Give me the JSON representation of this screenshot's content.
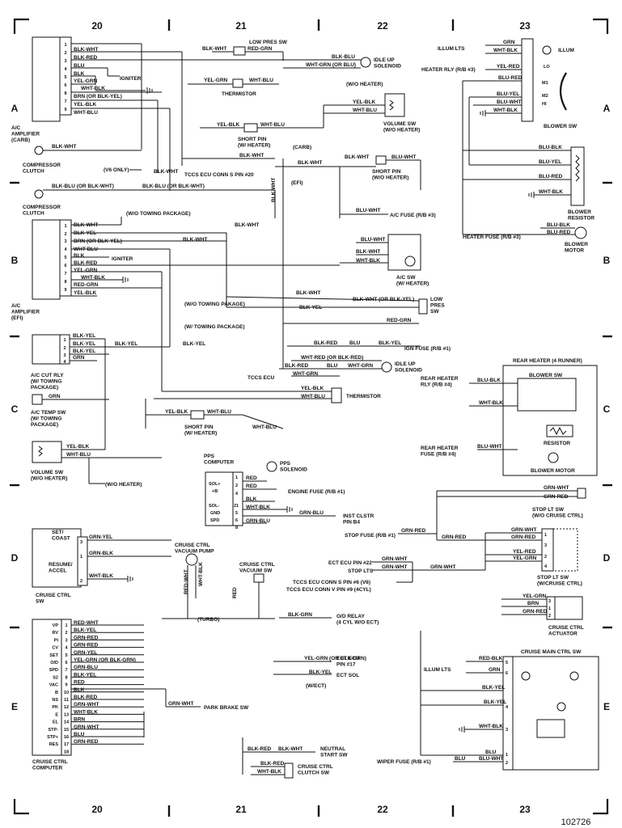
{
  "grid": {
    "columns": [
      "20",
      "21",
      "22",
      "23"
    ],
    "rows": [
      "A",
      "B",
      "C",
      "D",
      "E"
    ]
  },
  "figure_ref": "102726",
  "components": {
    "ac_amp_carb": "A/C\nAMPLIFIER\n(CARB)",
    "ac_amp_efi": "A/C\nAMPLIFIER\n(EFI)",
    "compressor_clutch": "COMPRESSOR\nCLUTCH",
    "low_pres_sw": "LOW PRES SW",
    "low_pres_sw_b": "LOW\nPRES\nSW",
    "idle_up_solenoid": "IDLE UP\nSOLENOID",
    "thermistor": "THERMISTOR",
    "volume_sw_wo": "VOLUME SW\n(W/O HEATER)",
    "volume_sw_wo_left": "VOLUME SW\n(W/O HEATER)",
    "short_pin_w": "SHORT PIN\n(W/ HEATER)",
    "short_pin_wo": "SHORT PIN\n(W/O HEATER)",
    "ac_sw": "A/C SW\n(W/ HEATER)",
    "blower_sw": "BLOWER SW",
    "blower_resistor": "BLOWER\nRESISTOR",
    "blower_motor": "BLOWER\nMOTOR",
    "illum": "ILLUM",
    "ac_cut_rly": "A/C CUT RLY\n(W/ TOWING\nPACKAGE)",
    "ac_temp_sw": "A/C TEMP SW\n(W/ TOWING\nPACKAGE)",
    "rear_heater": "REAR HEATER (4 RUNNER)",
    "rear_blower_sw": "BLOWER SW",
    "rear_resistor": "RESISTOR",
    "rear_blower_motor": "BLOWER MOTOR",
    "pps_computer": "PPS\nCOMPUTER",
    "pps_solenoid": "PPS\nSOLENOID",
    "cruise_ctrl_sw": "CRUISE CTRL\nSW",
    "cruise_vacuum_pump": "CRUISE CTRL\nVACUUM PUMP",
    "cruise_vacuum_sw": "CRUISE CTRL\nVACUUM SW",
    "stop_lt_sw_wo": "STOP LT SW\n(W/O CRUISE CTRL)",
    "stop_lt_sw_w": "STOP LT SW\n(W/CRUISE CTRL)",
    "cruise_actuator": "CRUISE CTRL\nACTUATOR",
    "cruise_main_sw": "CRUISE MAIN CTRL SW",
    "cruise_computer": "CRUISE CTRL\nCOMPUTER",
    "park_brake_sw": "PARK BRAKE SW",
    "neutral_start_sw": "NEUTRAL\nSTART SW",
    "cruise_clutch_sw": "CRUISE CTRL\nCLUTCH SW"
  },
  "labels": {
    "igniter": "IGNITER",
    "igniter_b": "IGNITER",
    "wo_heater": "(W/O HEATER)",
    "carb": "(CARB)",
    "efi": "(EFI)",
    "v6_only": "(V6 ONLY)",
    "tccs_s20": "TCCS ECU CONN S PIN #20",
    "wo_towing": "(W/O TOWING PACKAGE)",
    "wo_towing2": "(W/O TOWING PAKAGE)",
    "w_towing": "(W/ TOWING PACKAGE)",
    "ac_fuse": "A/C FUSE (R/B #3)",
    "ign_fuse": "IGN FUSE (R/B #1)",
    "tccs_ecu": "TCCS ECU",
    "wo_heater2": "(W/O HEATER)",
    "illum_lts": "ILLUM LTS",
    "heater_rly": "HEATER RLY (R/B #3)",
    "heater_fuse": "HEATER FUSE (R/B #3)",
    "rear_heater_rly": "REAR HEATER\nRLY (R/B #4)",
    "rear_heater_fuse": "REAR HEATER\nFUSE (R/B #4)",
    "engine_fuse": "ENGINE FUSE (R/B #1)",
    "inst_clstr": "INST CLSTR\nPIN B4",
    "stop_fuse": "STOP FUSE (R/B #1)",
    "ect_ecu_22": "ECT ECU PIN #22",
    "stop_lts": "STOP LTS",
    "tccs_s6": "TCCS ECU CONN S PIN #6 (V6)",
    "tccs_v9": "TCCS ECU CONN V PIN #9 (4CYL)",
    "turbo": "(TURBO)",
    "od_relay": "O/D RELAY\n(4 CYL W/O ECT)",
    "ect_ecu_17": "ECT ECU\nPIN #17",
    "ect_sol": "ECT SOL",
    "w_ect": "(W/ECT)",
    "illum_lts2": "ILLUM LTS",
    "wiper_fuse": "WIPER FUSE (R/B #1)",
    "set_coast": "SET/\nCOAST",
    "resume_accel": "RESUME/\nACCEL",
    "blower_lo": "LO",
    "blower_m1": "M1",
    "blower_m2": "M2",
    "blower_hi": "HI"
  },
  "wire_colors": {
    "w1": "BLK-WHT",
    "w2": "BLK-RED",
    "w3": "BLU",
    "w4": "BLK",
    "w5": "YEL-GRN",
    "w6": "WHT-BLK",
    "w7": "BRN (OR BLK-YEL)",
    "w8": "YEL-BLK",
    "w9": "WHT-BLU",
    "w10": "BLK-WHT",
    "w11": "RED-GRN",
    "w12": "BLK-BLU",
    "w13": "WHT-GRN (OR BLU)",
    "w14": "YEL-GRN",
    "w15": "WHT-BLU",
    "w16": "YEL-BLK",
    "w17": "WHT-BLU",
    "w18": "YEL-BLK",
    "w19": "WHT-BLU",
    "w20": "BLK-WHT",
    "w21": "BLK-WHT",
    "w22": "BLU-WHT",
    "w23": "BLK-WHT",
    "w24": "BLK-WHT",
    "w25": "BLK-BLU (OR BLK-WHT)",
    "w26": "BLK-BLU (OR BLK-WHT)",
    "w27": "BLU-WHT",
    "w28": "BLU-WHT",
    "w29": "BLK-WHT",
    "w30": "WHT-BLK",
    "w31": "BLK-WHT",
    "w32": "BLK-YEL",
    "w33": "BRN (OR BLK-YEL)",
    "w34": "BLK-WHT",
    "w35": "WHT-BLU",
    "w36": "BLK",
    "w37": "BLK-RED",
    "w38": "YEL-GRN",
    "w39": "WHT-BLK",
    "w40": "RED-GRN",
    "w41": "YEL-BLK",
    "w42": "BLK-WHT",
    "w43": "BLK-WHT (OR BLK-YEL)",
    "w44": "BLK-YEL",
    "w45": "RED-GRN",
    "w46": "BLK-YEL",
    "w47": "BLK-YEL",
    "w48": "BLK-YEL",
    "w49": "BLK-YEL",
    "w50": "BLK-RED",
    "w51": "BLU",
    "w52": "BLK-YEL",
    "w53": "WHT-RED (OR BLK-RED)",
    "w54": "BLK-RED",
    "w55": "BLU",
    "w56": "WHT-GRN",
    "w57": "WHT-GRN",
    "w58": "GRN",
    "w59": "YEL-BLK",
    "w60": "WHT-BLU",
    "w61": "YEL-BLK",
    "w62": "WHT-BLU",
    "w63": "WHT-BLU",
    "w64": "YEL-BLK",
    "w65": "WHT-BLU",
    "w66": "GRN",
    "w67": "WHT-BLK",
    "w68": "YEL-RED",
    "w69": "BLU-RED",
    "w70": "BLU-YEL",
    "w71": "BLU-WHT",
    "w72": "WHT-BLK",
    "w73": "BLU-BLK",
    "w74": "BLU-YEL",
    "w75": "BLU-RED",
    "w76": "WHT-BLK",
    "w77": "BLU-BLK",
    "w78": "BLU-RED",
    "w79": "BLU-BLK",
    "w80": "WHT-BLK",
    "w81": "BLU-WHT",
    "w82": "RED",
    "w83": "RED",
    "w84": "BLK",
    "w85": "WHT-BLK",
    "w86": "GRN-BLU",
    "w87": "GRN-BLU",
    "w88": "GRN-YEL",
    "w89": "GRN-BLK",
    "w90": "WHT-BLK",
    "w91": "RED-WHT",
    "w92": "WHT-BLK",
    "w93": "RED",
    "w94": "GRN-WHT",
    "w95": "GRN-RED",
    "w96": "GRN-RED",
    "w97": "GRN-RED",
    "w98": "GRN-WHT",
    "w99": "GRN-RED",
    "w100": "GRN-WHT",
    "w101": "GRN-WHT",
    "w102": "GRN-WHT",
    "w103": "YEL-RED",
    "w104": "YEL-GRN",
    "w105": "YEL-GRN",
    "w106": "BRN",
    "w107": "GRN-RED",
    "w108": "BLK-GRN",
    "w109": "RED-WHT",
    "w110": "BLK-YEL",
    "w111": "GRN-RED",
    "w112": "GRN-YEL",
    "w113": "YEL-GRN (OR BLK-GRN)",
    "w114": "GRN-BLU",
    "w115": "BLK-YEL",
    "w116": "RED",
    "w117": "BLK",
    "w118": "BLK-RED",
    "w119": "GRN-WHT",
    "w120": "WHT-BLK",
    "w121": "BRN",
    "w122": "GRN-WHT",
    "w123": "BLU",
    "w124": "GRN-RED",
    "w125": "YEL-GRN",
    "w126": "BLK-YEL",
    "w127": "GRN-WHT",
    "w128": "RED-BLK",
    "w129": "GRN",
    "w130": "BLK-YEL",
    "w131": "BLK-YEL",
    "w132": "WHT-BLK",
    "w133": "BLU",
    "w134": "BLU-WHT",
    "w135": "BLK-RED",
    "w136": "BLK-WHT",
    "w137": "BLK-RED",
    "w138": "WHT-BLK",
    "w139": "GRN"
  },
  "cruise_computer_pins": [
    "VP",
    "RV",
    "PI",
    "CV",
    "SET",
    "O/D",
    "SPD",
    "S2",
    "VAC",
    "B",
    "NS",
    "PK",
    "E",
    "EL",
    "STP-",
    "STP+",
    "RES"
  ],
  "cruise_computer_nums": [
    "1",
    "2",
    "3",
    "4",
    "5",
    "6",
    "7",
    "8",
    "9",
    "10",
    "11",
    "12",
    "13",
    "14",
    "15",
    "16",
    "17",
    "18"
  ],
  "pps_pins": [
    "SOL+",
    "+B",
    "SOL-",
    "GND",
    "SPD"
  ],
  "pps_nums": [
    "1",
    "2",
    "4",
    "21",
    "5",
    "6",
    "8"
  ]
}
